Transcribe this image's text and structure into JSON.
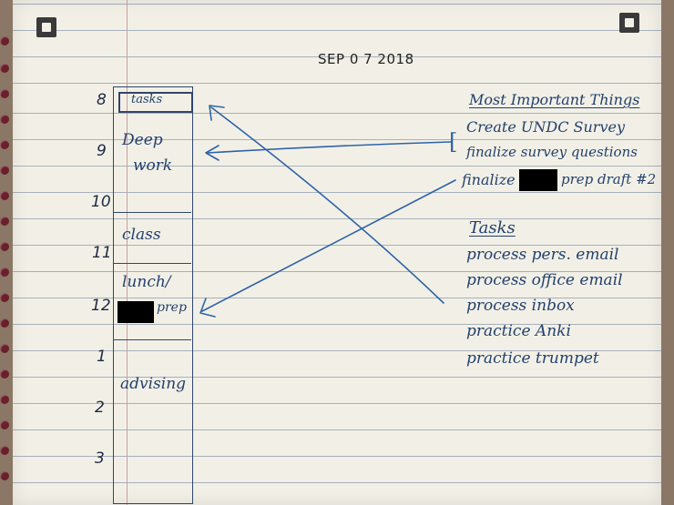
{
  "date": "SEP 0 7 2018",
  "hours": [
    "8",
    "9",
    "10",
    "11",
    "12",
    "1",
    "2",
    "3"
  ],
  "schedule": {
    "tasks": "tasks",
    "deep": "Deep",
    "work": "work",
    "class": "class",
    "lunch": "lunch/",
    "prep": "prep",
    "advising": "advising"
  },
  "mit": {
    "heading": "Most Important Things",
    "items": [
      "Create UNDC Survey",
      "finalize survey questions"
    ],
    "draft_prefix": "finalize",
    "draft_suffix": "prep draft #2"
  },
  "tasks": {
    "heading": "Tasks",
    "items": [
      "process pers. email",
      "process office email",
      "process inbox",
      "practice Anki",
      "practice trumpet"
    ]
  },
  "colors": {
    "ink": "#2e63a8",
    "paper": "#f2f0e6",
    "rule": "#a7b0bd"
  }
}
